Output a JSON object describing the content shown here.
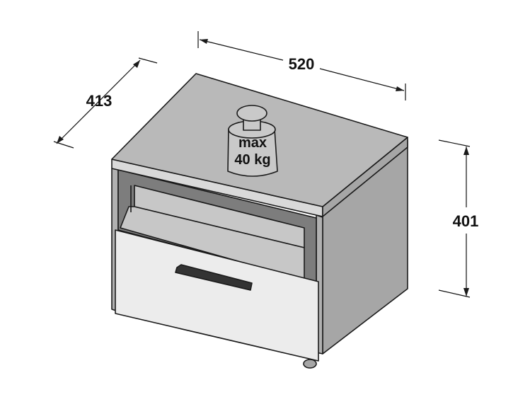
{
  "dimensions": {
    "width": "520",
    "depth": "413",
    "height": "401"
  },
  "weight_label": {
    "line1": "max",
    "line2": "40 kg"
  },
  "colors": {
    "top": "#b9b9b9",
    "front_edge": "#d9d9d9",
    "side": "#a6a6a6",
    "carcass_front": "#b1b1b1",
    "drawer_front": "#ececec",
    "niche_dark": "#7d7d7d",
    "niche_inner": "#c7c7c7",
    "handle": "#333333",
    "weight": "#c9c9c9",
    "line": "#1a1a1a"
  }
}
